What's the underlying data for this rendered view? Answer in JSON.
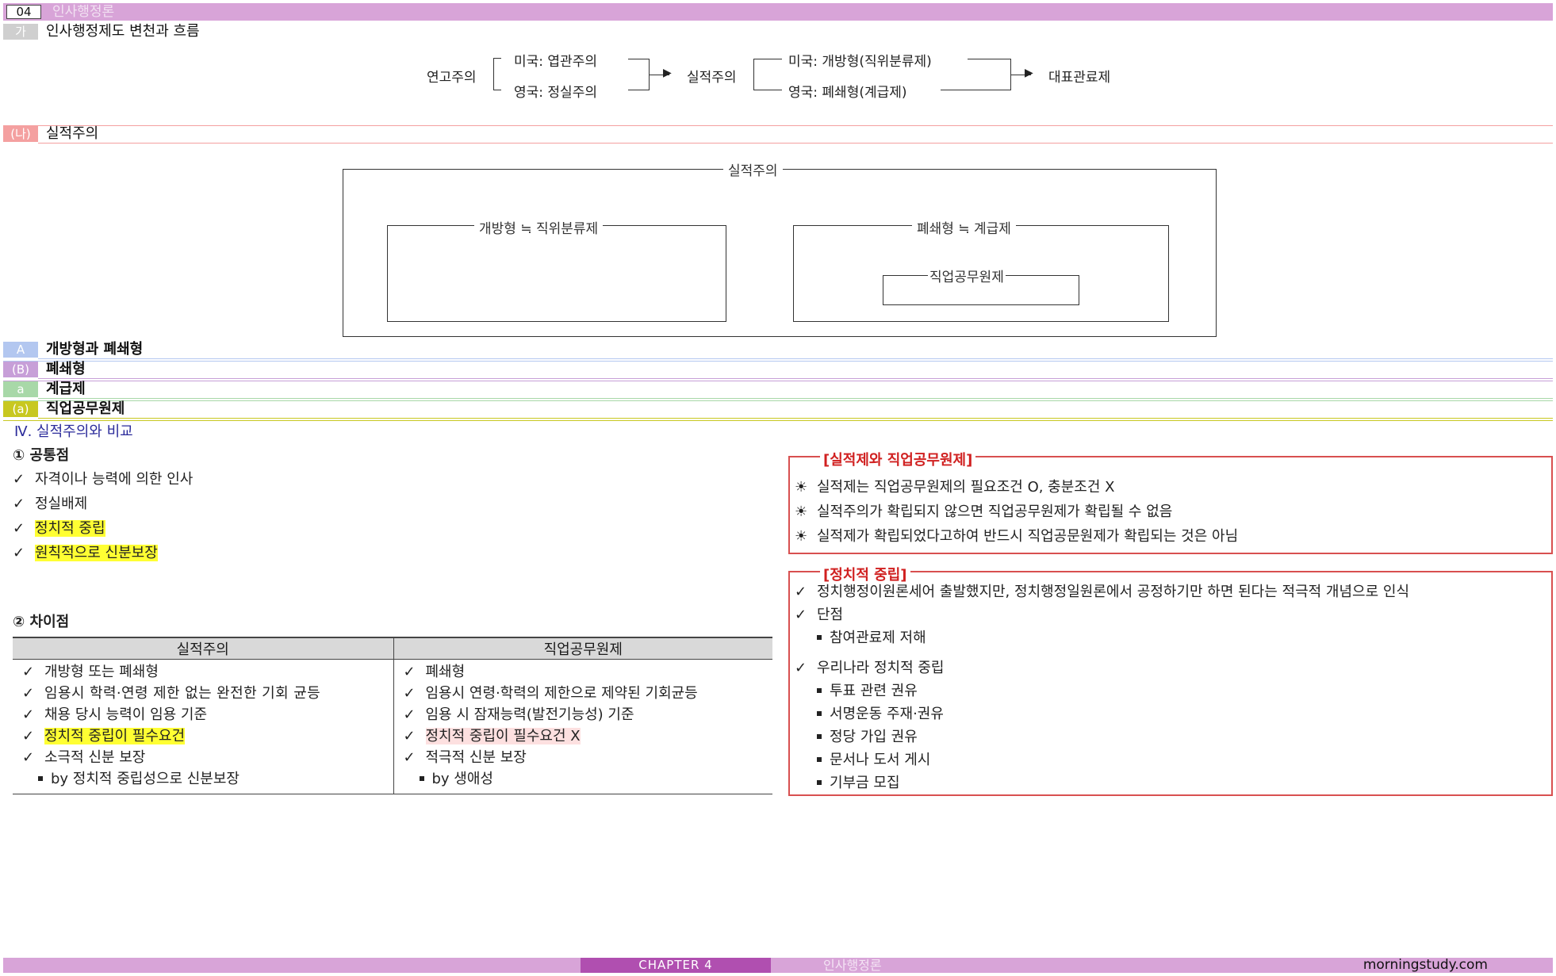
{
  "header": {
    "chapter_num": "04",
    "chapter_title": "인사행정론"
  },
  "sections": {
    "ga": {
      "badge": "가",
      "label": "인사행정제도 변천과 흐름"
    },
    "na": {
      "badge": "(나)",
      "label": "실적주의"
    },
    "A": {
      "badge": "A",
      "label": "개방형과 폐쇄형"
    },
    "B": {
      "badge": "(B)",
      "label": "폐쇄형"
    },
    "a": {
      "badge": "a",
      "label": "계급제"
    },
    "pa": {
      "badge": "(a)",
      "label": "직업공무원제"
    }
  },
  "flow": {
    "start": "연고주의",
    "us1": "미국: 엽관주의",
    "uk1": "영국: 정실주의",
    "mid": "실적주의",
    "us2": "미국: 개방형(직위분류제)",
    "uk2": "영국: 폐쇄형(계급제)",
    "end": "대표관료제"
  },
  "merit_diagram": {
    "outer": "실적주의",
    "left": "개방형 ≒ 직위분류제",
    "right": "폐쇄형 ≒ 계급제",
    "inner": "직업공무원제"
  },
  "compare": {
    "heading": "Ⅳ. 실적주의와 비교",
    "common_title": "① 공통점",
    "common": [
      "자격이나 능력에 의한 인사",
      "정실배제",
      "정치적 중립",
      "원칙적으로 신분보장"
    ],
    "diff_title": "② 차이점",
    "col1_header": "실적주의",
    "col2_header": "직업공무원제",
    "col1": [
      "개방형 또는 폐쇄형",
      "임용시 학력·연령 제한 없는 완전한 기회 균등",
      "채용 당시 능력이 임용 기준",
      "정치적 중립이 필수요건",
      "소극적 신분 보장"
    ],
    "col1_sub": "by 정치적 중립성으로 신분보장",
    "col2": [
      "폐쇄형",
      "임용시 연령·학력의 제한으로 제약된 기회균등",
      "임용 시 잠재능력(발전기능성) 기준",
      "정치적 중립이 필수요건 X",
      "적극적 신분 보장"
    ],
    "col2_sub": "by 생애성"
  },
  "box1": {
    "title": "[실적제와 직업공무원제]",
    "items": [
      "실적제는 직업공무원제의 필요조건 O, 충분조건 X",
      "실적주의가 확립되지 않으면 직업공무원제가 확립될 수 없음",
      "실적제가 확립되었다고하여 반드시 직업공문원제가 확립되는 것은 아님"
    ]
  },
  "box2": {
    "title": "[정치적 중립]",
    "item1": "정치행정이원론세어 출발했지만, 정치행정일원론에서 공정하기만 하면 된다는 적극적 개념으로 인식",
    "item2": "단점",
    "item2_sub": "참여관료제 저해",
    "item3": "우리나라 정치적 중립",
    "item3_subs": [
      "투표 관련 권유",
      "서명운동 주재·권유",
      "정당 가입 권유",
      "문서나 도서 게시",
      "기부금 모집"
    ]
  },
  "footer": {
    "chapter": "CHAPTER 4",
    "title": "인사행정론",
    "site": "morningstudy.com"
  },
  "colors": {
    "purple": "#d8a4d8",
    "pink": "#f4a0a0",
    "blue": "#b3c7f0",
    "lilac": "#c79fd8",
    "green": "#a8d8a8",
    "olive": "#c8c820",
    "red": "#d85050"
  }
}
